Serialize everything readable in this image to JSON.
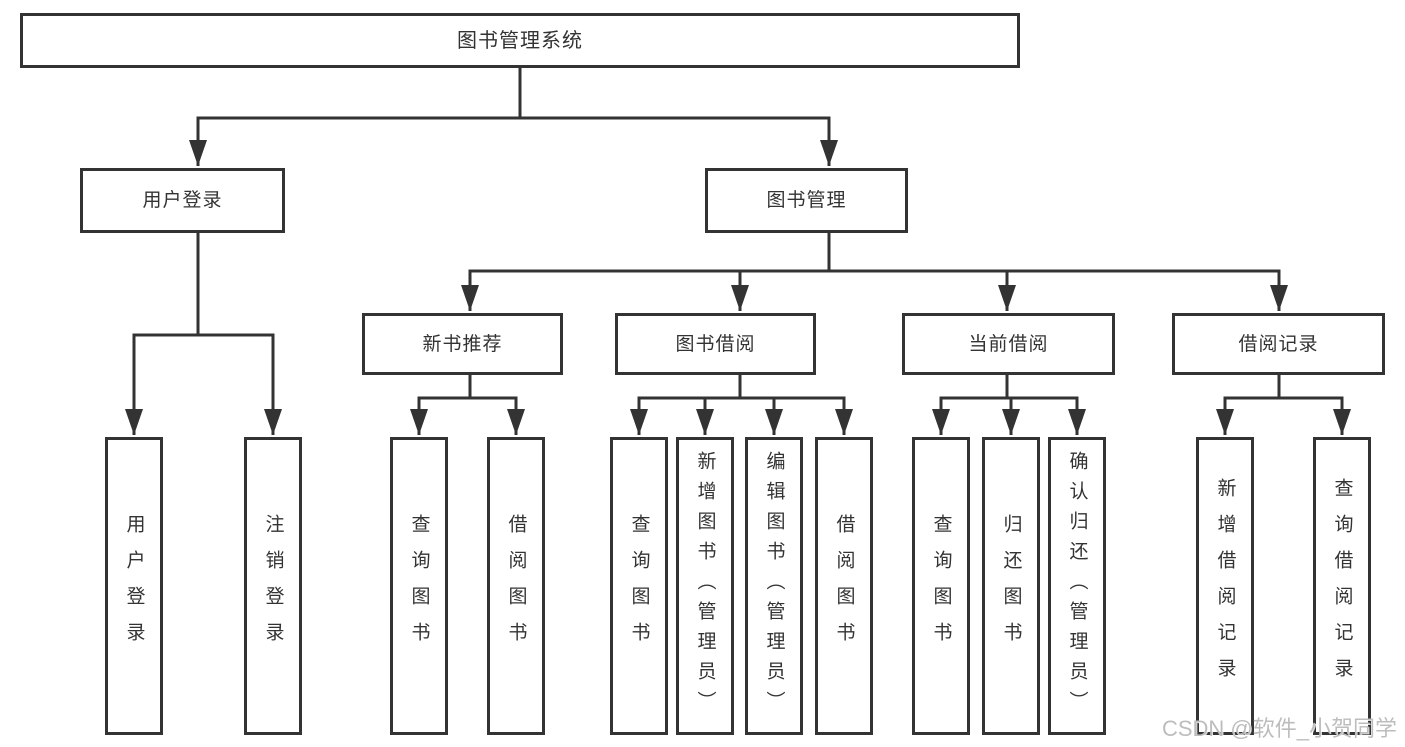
{
  "diagram": {
    "root": {
      "label": "图书管理系统"
    },
    "level2": [
      {
        "label": "用户登录"
      },
      {
        "label": "图书管理"
      }
    ],
    "level3": [
      {
        "label": "新书推荐"
      },
      {
        "label": "图书借阅"
      },
      {
        "label": "当前借阅"
      },
      {
        "label": "借阅记录"
      }
    ],
    "leaves": [
      {
        "label": "用户登录"
      },
      {
        "label": "注销登录"
      },
      {
        "label": "查询图书"
      },
      {
        "label": "借阅图书"
      },
      {
        "label": "查询图书"
      },
      {
        "label": "新增图书（管理员）"
      },
      {
        "label": "编辑图书（管理员）"
      },
      {
        "label": "借阅图书"
      },
      {
        "label": "查询图书"
      },
      {
        "label": "归还图书"
      },
      {
        "label": "确认归还（管理员）"
      },
      {
        "label": "新增借阅记录"
      },
      {
        "label": "查询借阅记录"
      }
    ],
    "watermark": "CSDN @软件_小贺同学",
    "colors": {
      "line": "#333333",
      "text": "#333333",
      "background": "#ffffff",
      "watermark": "#bdbdbd"
    }
  }
}
